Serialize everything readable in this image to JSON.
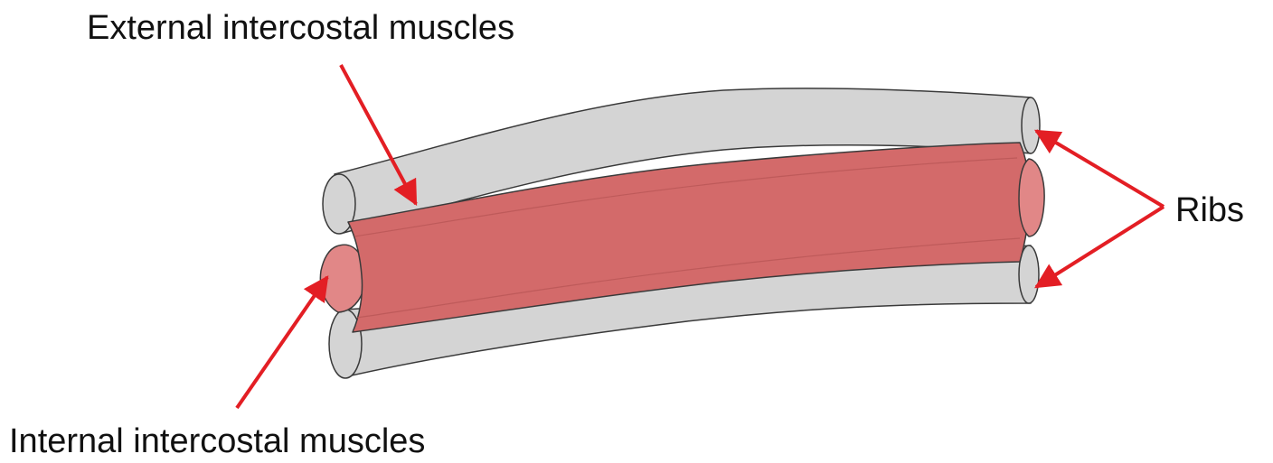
{
  "labels": {
    "external": "External intercostal muscles",
    "internal": "Internal intercostal muscles",
    "ribs": "Ribs"
  },
  "colors": {
    "rib_fill": "#d4d4d4",
    "rib_stroke": "#3a3a3a",
    "muscle_fill": "#d36a6a",
    "muscle_end_fill": "#e18787",
    "arrow": "#e31e24"
  }
}
